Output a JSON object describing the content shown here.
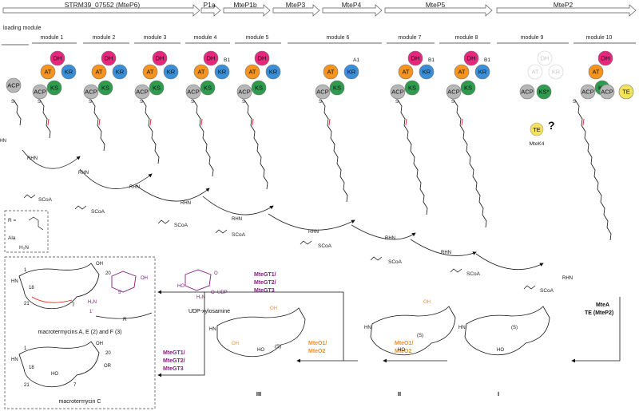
{
  "genes": [
    "STRM39_07552 (MteP6)",
    "P1a",
    "MteP1b",
    "MteP3",
    "MteP4",
    "MteP5",
    "MteP2"
  ],
  "modules": [
    "loading module",
    "module 1",
    "module 2",
    "module 3",
    "module 4",
    "module 5",
    "module 6",
    "module 7",
    "module 8",
    "module 9",
    "module 10"
  ],
  "domains": {
    "dh": "DH",
    "at": "AT",
    "kr": "KR",
    "acp": "ACP",
    "ks": "KS",
    "te": "TE",
    "ks_star": "KS*",
    "b1": "B1",
    "a1": "A1"
  },
  "labels": {
    "rhn": "RHN",
    "scoa": "SCoA",
    "oh": "OH",
    "mtek4": "MteK4",
    "question": "?",
    "r_eq": "R =",
    "ala": "Ala",
    "h2n": "H₂N",
    "r": "R",
    "udp_xylosamine": "UDP-xylosamine",
    "ho": "HO",
    "o_udp": "O–UDP",
    "macrotermycins_aef": "macrotermycins A, E (2) and F (3)",
    "macrotermycin_c": "macrotermycin C",
    "num_1": "1",
    "num_18": "18",
    "num_20": "20",
    "num_21": "21",
    "num_7": "7",
    "num_5p": "5′",
    "num_1p": "1′",
    "or": "OR",
    "o": "O",
    "s": "(S)"
  },
  "enzymes": {
    "gt": [
      "MteGT1/",
      "MteGT2/",
      "MteGT3"
    ],
    "ox": [
      "MteO1/",
      "MteO2"
    ],
    "mtea": "MteA",
    "te_mtep2": "TE (MteP2)"
  },
  "intermediates": [
    "I",
    "II",
    "III"
  ],
  "colors": {
    "dh": "#e8267e",
    "at": "#f7941d",
    "kr": "#3a8fd8",
    "acp": "#b7b7b7",
    "ks": "#2e9b4f",
    "te": "#f2e35a",
    "purple": "#8a1a84",
    "orange": "#f0901e",
    "red_bond": "#e02020"
  }
}
